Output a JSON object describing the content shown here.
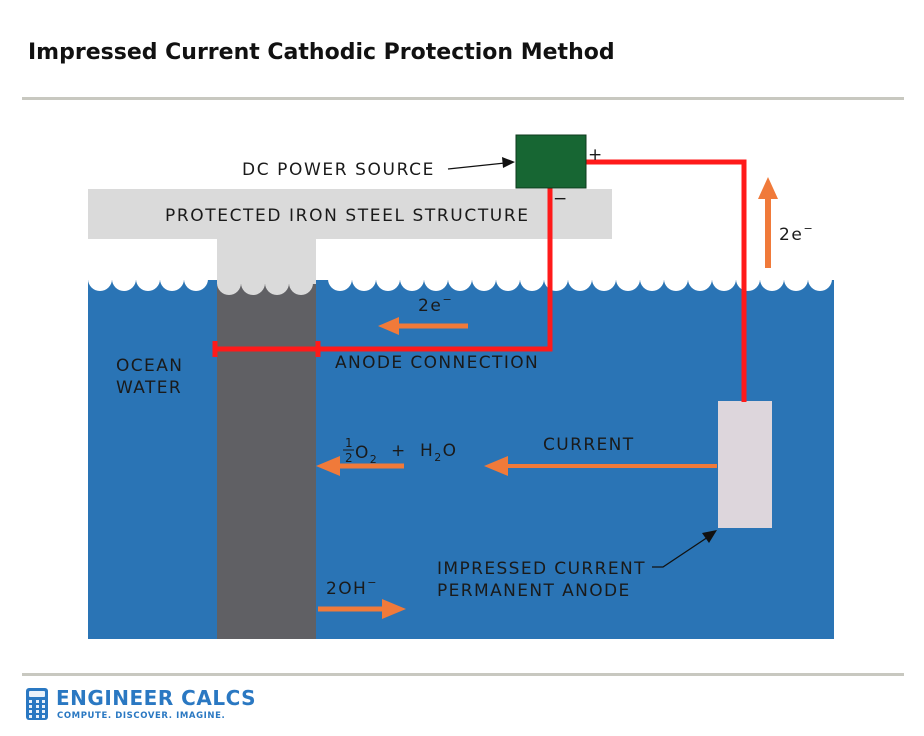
{
  "title": "Impressed Current Cathodic Protection Method",
  "labels": {
    "dc_power_source": "DC POWER SOURCE",
    "plus": "+",
    "minus": "−",
    "structure": "PROTECTED IRON STEEL STRUCTURE",
    "two_e_right": "2e",
    "two_e_mid": "2e",
    "electron_superscript": "−",
    "anode_connection": "ANODE CONNECTION",
    "ocean": "OCEAN",
    "water": "WATER",
    "current": "CURRENT",
    "half_num": "1",
    "half_den": "2",
    "o_letter": "O",
    "o_subscript": "2",
    "plus_water": "+",
    "h_letter": "H",
    "h_subscript": "2",
    "o_final": "O",
    "hydroxide": "2OH",
    "anode_line1": "IMPRESSED CURRENT",
    "anode_line2": "PERMANENT ANODE"
  },
  "logo": {
    "name": "ENGINEER CALCS",
    "tagline": "COMPUTE. DISCOVER. IMAGINE."
  },
  "colors": {
    "water": "#2a74b5",
    "pile": "#606064",
    "structure": "#dadada",
    "power_source": "#176633",
    "wire": "#ff1a1a",
    "arrow": "#f07a3a",
    "anode": "#ddd6dc"
  }
}
